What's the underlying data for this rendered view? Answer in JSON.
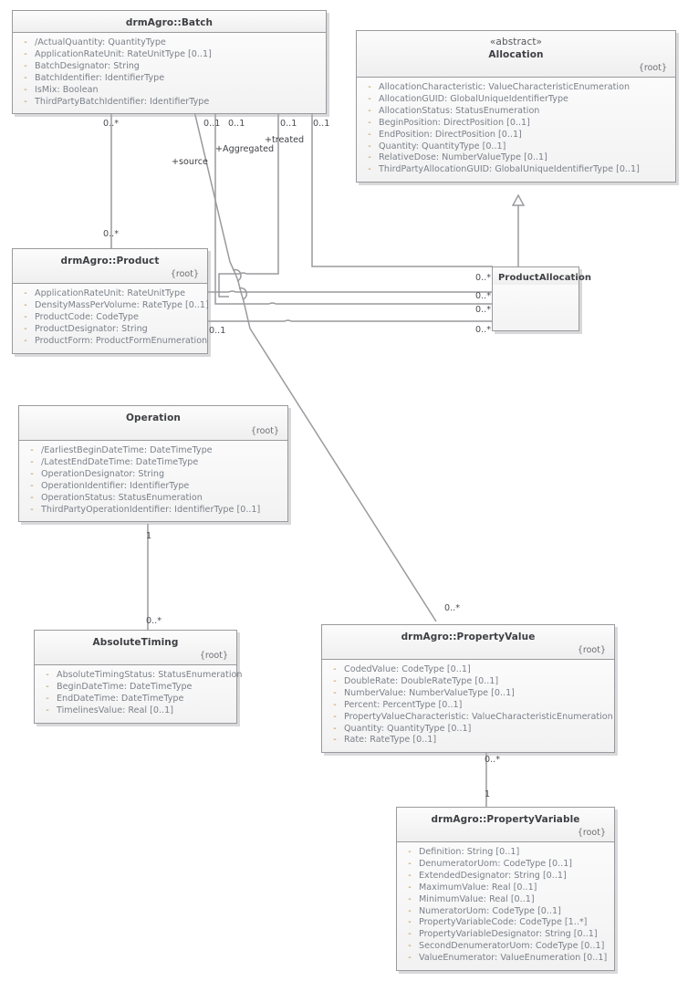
{
  "diagram": {
    "type": "uml-class-diagram",
    "title": "drmAgro Batch / Allocation class diagram",
    "colors": {
      "box_border": "#9a9a9e",
      "box_fill": "#f5f5f5",
      "connector": "#9a9a9e",
      "class_name_text": "#3e3f44",
      "attribute_text": "#7b8089",
      "visibility_marker": "#c08a3e",
      "label_text": "#4b4c50"
    }
  },
  "classes": [
    {
      "id": "batch",
      "name": "drmAgro::Batch",
      "stereotype": "",
      "root": "",
      "attributes": [
        {
          "visibility": "-",
          "text": "/ActualQuantity: QuantityType"
        },
        {
          "visibility": "-",
          "text": "ApplicationRateUnit: RateUnitType [0..1]"
        },
        {
          "visibility": "-",
          "text": "BatchDesignator: String"
        },
        {
          "visibility": "-",
          "text": "BatchIdentifier: IdentifierType"
        },
        {
          "visibility": "-",
          "text": "IsMix: Boolean"
        },
        {
          "visibility": "-",
          "text": "ThirdPartyBatchIdentifier: IdentifierType"
        }
      ]
    },
    {
      "id": "allocation",
      "name": "Allocation",
      "stereotype": "«abstract»",
      "root": "{root}",
      "attributes": [
        {
          "visibility": "-",
          "text": "AllocationCharacteristic: ValueCharacteristicEnumeration"
        },
        {
          "visibility": "-",
          "text": "AllocationGUID: GlobalUniqueIdentifierType"
        },
        {
          "visibility": "-",
          "text": "AllocationStatus: StatusEnumeration"
        },
        {
          "visibility": "-",
          "text": "BeginPosition: DirectPosition [0..1]"
        },
        {
          "visibility": "-",
          "text": "EndPosition: DirectPosition [0..1]"
        },
        {
          "visibility": "-",
          "text": "Quantity: QuantityType [0..1]"
        },
        {
          "visibility": "-",
          "text": "RelativeDose: NumberValueType [0..1]"
        },
        {
          "visibility": "-",
          "text": "ThirdPartyAllocationGUID: GlobalUniqueIdentifierType [0..1]"
        }
      ]
    },
    {
      "id": "product",
      "name": "drmAgro::Product",
      "stereotype": "",
      "root": "{root}",
      "attributes": [
        {
          "visibility": "-",
          "text": "ApplicationRateUnit: RateUnitType"
        },
        {
          "visibility": "-",
          "text": "DensityMassPerVolume: RateType [0..1]"
        },
        {
          "visibility": "-",
          "text": "ProductCode: CodeType"
        },
        {
          "visibility": "-",
          "text": "ProductDesignator: String"
        },
        {
          "visibility": "-",
          "text": "ProductForm: ProductFormEnumeration"
        }
      ]
    },
    {
      "id": "productallocation",
      "name": "ProductAllocation",
      "stereotype": "",
      "root": "",
      "attributes": []
    },
    {
      "id": "operation",
      "name": "Operation",
      "stereotype": "",
      "root": "{root}",
      "attributes": [
        {
          "visibility": "-",
          "text": "/EarliestBeginDateTime: DateTimeType"
        },
        {
          "visibility": "-",
          "text": "/LatestEndDateTime: DateTimeType"
        },
        {
          "visibility": "-",
          "text": "OperationDesignator: String"
        },
        {
          "visibility": "-",
          "text": "OperationIdentifier: IdentifierType"
        },
        {
          "visibility": "-",
          "text": "OperationStatus: StatusEnumeration"
        },
        {
          "visibility": "-",
          "text": "ThirdPartyOperationIdentifier: IdentifierType [0..1]"
        }
      ]
    },
    {
      "id": "absolutetiming",
      "name": "AbsoluteTiming",
      "stereotype": "",
      "root": "{root}",
      "attributes": [
        {
          "visibility": "-",
          "text": "AbsoluteTimingStatus: StatusEnumeration"
        },
        {
          "visibility": "-",
          "text": "BeginDateTime: DateTimeType"
        },
        {
          "visibility": "-",
          "text": "EndDateTime: DateTimeType"
        },
        {
          "visibility": "-",
          "text": "TimelinesValue: Real [0..1]"
        }
      ]
    },
    {
      "id": "propertyvalue",
      "name": "drmAgro::PropertyValue",
      "stereotype": "",
      "root": "{root}",
      "attributes": [
        {
          "visibility": "-",
          "text": "CodedValue: CodeType [0..1]"
        },
        {
          "visibility": "-",
          "text": "DoubleRate: DoubleRateType [0..1]"
        },
        {
          "visibility": "-",
          "text": "NumberValue: NumberValueType [0..1]"
        },
        {
          "visibility": "-",
          "text": "Percent: PercentType [0..1]"
        },
        {
          "visibility": "-",
          "text": "PropertyValueCharacteristic: ValueCharacteristicEnumeration"
        },
        {
          "visibility": "-",
          "text": "Quantity: QuantityType [0..1]"
        },
        {
          "visibility": "-",
          "text": "Rate: RateType [0..1]"
        }
      ]
    },
    {
      "id": "propertyvariable",
      "name": "drmAgro::PropertyVariable",
      "stereotype": "",
      "root": "{root}",
      "attributes": [
        {
          "visibility": "-",
          "text": "Definition: String [0..1]"
        },
        {
          "visibility": "-",
          "text": "DenumeratorUom: CodeType [0..1]"
        },
        {
          "visibility": "-",
          "text": "ExtendedDesignator: String [0..1]"
        },
        {
          "visibility": "-",
          "text": "MaximumValue: Real [0..1]"
        },
        {
          "visibility": "-",
          "text": "MinimumValue: Real [0..1]"
        },
        {
          "visibility": "-",
          "text": "NumeratorUom: CodeType [0..1]"
        },
        {
          "visibility": "-",
          "text": "PropertyVariableCode: CodeType [1..*]"
        },
        {
          "visibility": "-",
          "text": "PropertyVariableDesignator: String [0..1]"
        },
        {
          "visibility": "-",
          "text": "SecondDenumeratorUom: CodeType [0..1]"
        },
        {
          "visibility": "-",
          "text": "ValueEnumerator: ValueEnumeration [0..1]"
        }
      ]
    }
  ],
  "edge_labels": [
    {
      "id": "m1",
      "text": "0..*"
    },
    {
      "id": "m2",
      "text": "0..1"
    },
    {
      "id": "m3",
      "text": "0..1"
    },
    {
      "id": "m4",
      "text": "0..1"
    },
    {
      "id": "m5",
      "text": "0..1"
    },
    {
      "id": "r1",
      "text": "+Aggregated"
    },
    {
      "id": "r2",
      "text": "+treated"
    },
    {
      "id": "r3",
      "text": "+source"
    },
    {
      "id": "m6",
      "text": "0..*"
    },
    {
      "id": "m7",
      "text": "0..*"
    },
    {
      "id": "m8",
      "text": "0..*"
    },
    {
      "id": "m9",
      "text": "0..*"
    },
    {
      "id": "m10",
      "text": "0..*"
    },
    {
      "id": "m11",
      "text": "0..1"
    },
    {
      "id": "m12",
      "text": "1"
    },
    {
      "id": "m13",
      "text": "0..*"
    },
    {
      "id": "m14",
      "text": "0..*"
    },
    {
      "id": "m15",
      "text": "0..*"
    },
    {
      "id": "m16",
      "text": "1"
    }
  ]
}
